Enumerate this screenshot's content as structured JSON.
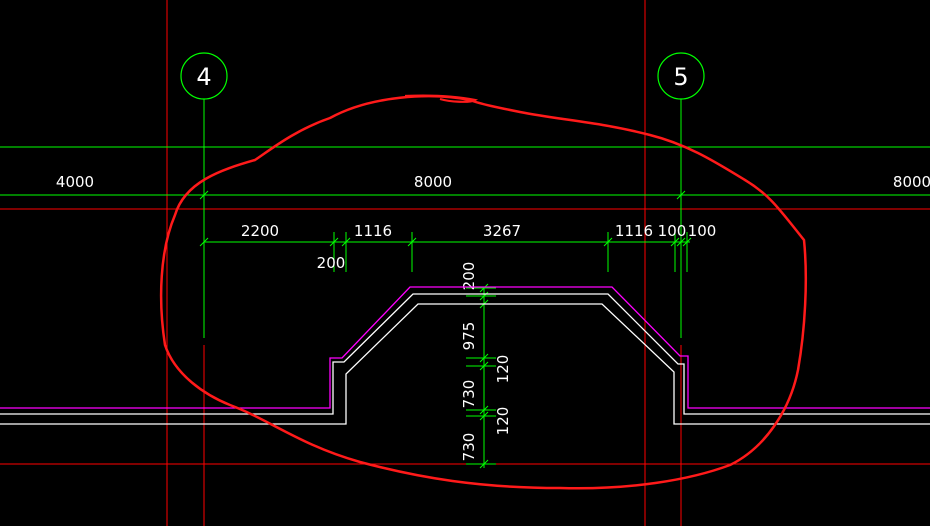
{
  "drawing": {
    "axes": [
      {
        "id": "axis-4",
        "label": "4"
      },
      {
        "id": "axis-5",
        "label": "5"
      }
    ],
    "top_dimensions": [
      "4000",
      "8000",
      "8000"
    ],
    "detail_dimensions": {
      "horizontal": [
        "2200",
        "200",
        "1116",
        "3267",
        "1116",
        "100",
        "100"
      ],
      "vertical_left": [
        "200",
        "975",
        "730",
        "730"
      ],
      "vertical_right": [
        "120",
        "120"
      ]
    },
    "colors": {
      "background": "#000000",
      "grid_red": "#ff0000",
      "grid_green": "#00ff00",
      "outline_white": "#ffffff",
      "outline_magenta": "#ff00ff",
      "markup_red": "#ff1a1a"
    }
  }
}
